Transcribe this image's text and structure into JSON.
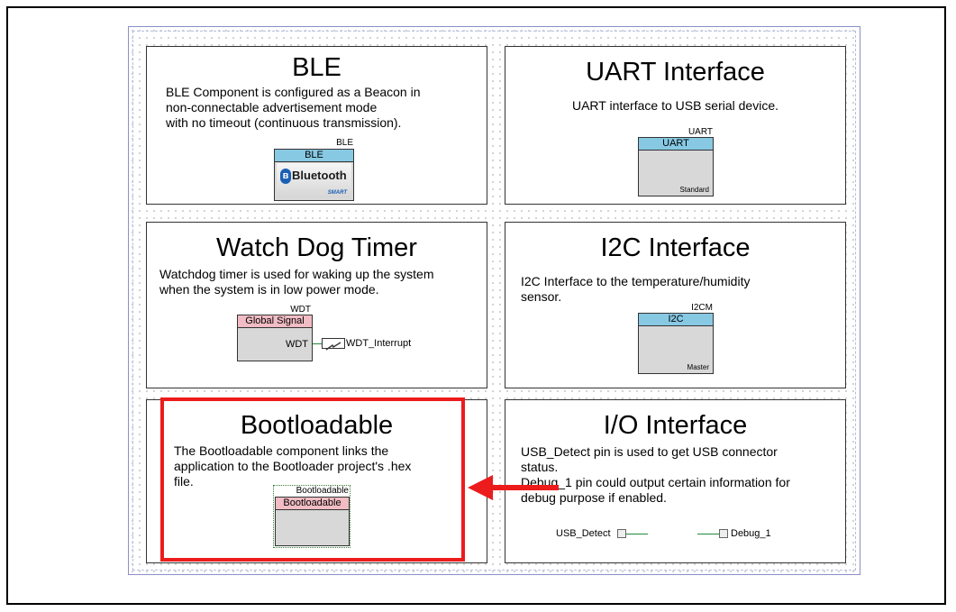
{
  "panels": {
    "ble": {
      "title": "BLE",
      "description": "BLE Component is configured as a Beacon in\nnon-connectable advertisement mode\nwith no timeout (continuous transmission).",
      "instance_name": "BLE",
      "component_header": "BLE",
      "logo_text": "Bluetooth",
      "logo_rune": "ʙ",
      "logo_sub": "SMART"
    },
    "uart": {
      "title": "UART Interface",
      "description": "UART interface to USB serial device.",
      "instance_name": "UART",
      "component_header": "UART",
      "footer": "Standard"
    },
    "wdt": {
      "title": "Watch Dog Timer",
      "description": "Watchdog timer is used for waking up the system\nwhen the system is in low power mode.",
      "instance_name": "WDT",
      "component_header": "Global Signal",
      "pin_label": "WDT",
      "interrupt_label": "WDT_Interrupt"
    },
    "i2c": {
      "title": "I2C Interface",
      "description": "I2C Interface to the temperature/humidity\nsensor.",
      "instance_name": "I2CM",
      "component_header": "I2C",
      "footer": "Master"
    },
    "bootloadable": {
      "title": "Bootloadable",
      "description": "The Bootloadable component links the\napplication to the Bootloader project's .hex\nfile.",
      "instance_name": "Bootloadable",
      "component_header": "Bootloadable"
    },
    "io": {
      "title": "I/O Interface",
      "description": "USB_Detect pin is used to get USB connector\nstatus.\nDebug_1 pin could output certain information for\ndebug purpose if enabled.",
      "pin_left": "USB_Detect",
      "pin_right": "Debug_1"
    }
  },
  "annotation": {
    "highlight_color": "#ec1c1c",
    "arrow_color": "#ec1c1c"
  },
  "colors": {
    "header_blue": "#87c9e3",
    "header_pink": "#f1bcc4",
    "wire_green": "#1f8a3a"
  }
}
